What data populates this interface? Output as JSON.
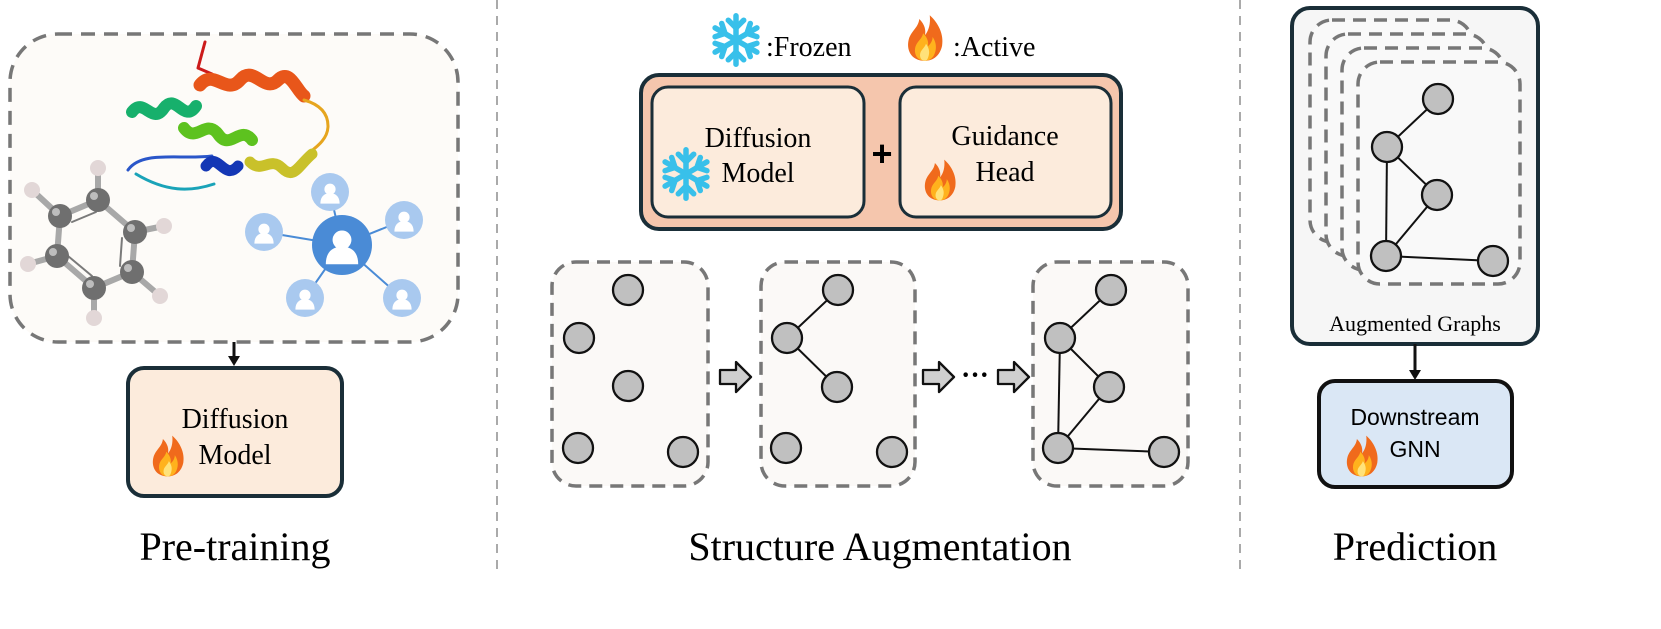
{
  "sections": {
    "pretraining": {
      "caption": "Pre-training",
      "model_line1": "Diffusion",
      "model_line2": "Model"
    },
    "augmentation": {
      "caption": "Structure Augmentation",
      "legend": {
        "frozen": ":Frozen",
        "active": ":Active"
      },
      "diffusion_line1": "Diffusion",
      "diffusion_line2": "Model",
      "plus": "+",
      "guidance_line1": "Guidance",
      "guidance_line2": "Head",
      "ellipsis": "···"
    },
    "prediction": {
      "caption": "Prediction",
      "stack_label": "Augmented Graphs",
      "gnn_line1": "Downstream",
      "gnn_line2": "GNN"
    }
  },
  "colors": {
    "node": "#c0c0c0",
    "dashed": "#777777",
    "peach": "#fcebdc",
    "salmon": "#f5c6ad",
    "blue_box": "#dae7f5",
    "user_blue": "#4a8bd6",
    "user_light": "#a9c9ef",
    "snow": "#38c0ea",
    "flame": "#f06a1c"
  },
  "icons": [
    "snowflake-icon",
    "fire-icon",
    "user-icon",
    "protein-icon",
    "molecule-icon",
    "arrow-icon"
  ]
}
